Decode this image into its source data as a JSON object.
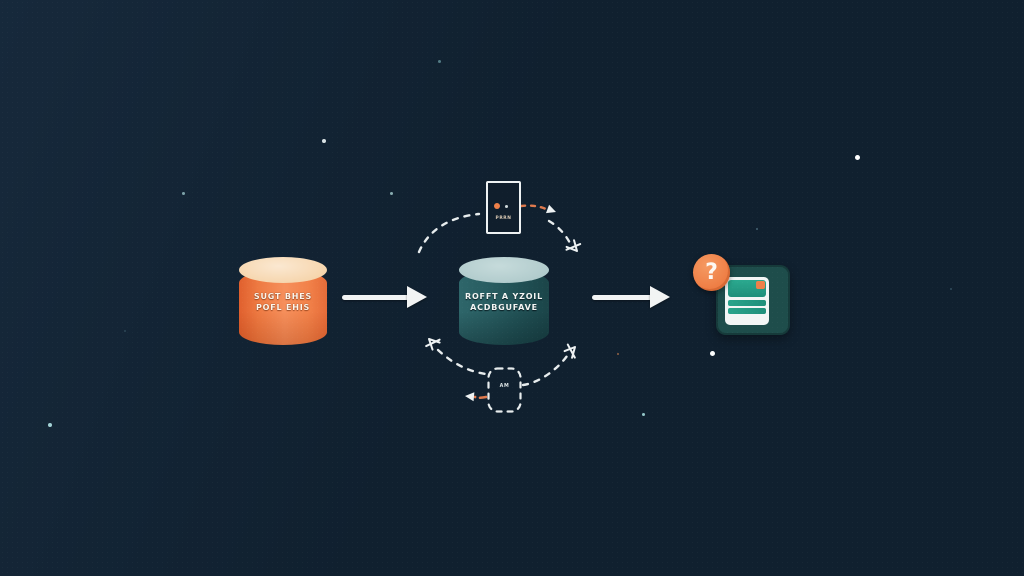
{
  "source_cylinder": {
    "line1": "SUGT BHES",
    "line2": "POFL EHIS"
  },
  "process_cylinder": {
    "line1": "ROFFT A YZOIL",
    "line2": "ACDBGUFAVE"
  },
  "document_icon": {
    "label": "PRRN"
  },
  "loop_box": {
    "label": "AM"
  },
  "question_badge": {
    "glyph": "?"
  },
  "colors": {
    "background_navy": "#0e1c2b",
    "accent_orange": "#ef7f48",
    "cylinder_orange_top": "#f6d6ae",
    "cylinder_teal_body": "#235457",
    "cylinder_teal_top": "#b2cccd",
    "app_panel_teal": "#1e4d4b",
    "app_content_green": "#29a48b",
    "arrow_white": "#f2f4f4"
  }
}
